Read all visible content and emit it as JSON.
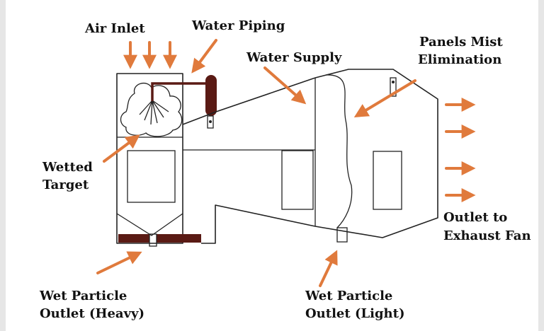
{
  "labels": {
    "air_inlet": "Air Inlet",
    "water_piping": "Water Piping",
    "water_supply": "Water Supply",
    "panels_line1": "Panels Mist",
    "panels_line2": "Elimination",
    "wetted_line1": "Wetted",
    "wetted_line2": "Target",
    "outlet_line1": "Outlet to",
    "outlet_line2": "Exhaust Fan",
    "heavy_line1": "Wet Particle",
    "heavy_line2": "Outlet (Heavy)",
    "light_line1": "Wet Particle",
    "light_line2": "Outlet (Light)"
  },
  "colors": {
    "arrow": "#e07a3c",
    "dark_part": "#5a1a14",
    "outline": "#222222",
    "background": "#ffffff",
    "frame": "#e6e6e6"
  }
}
